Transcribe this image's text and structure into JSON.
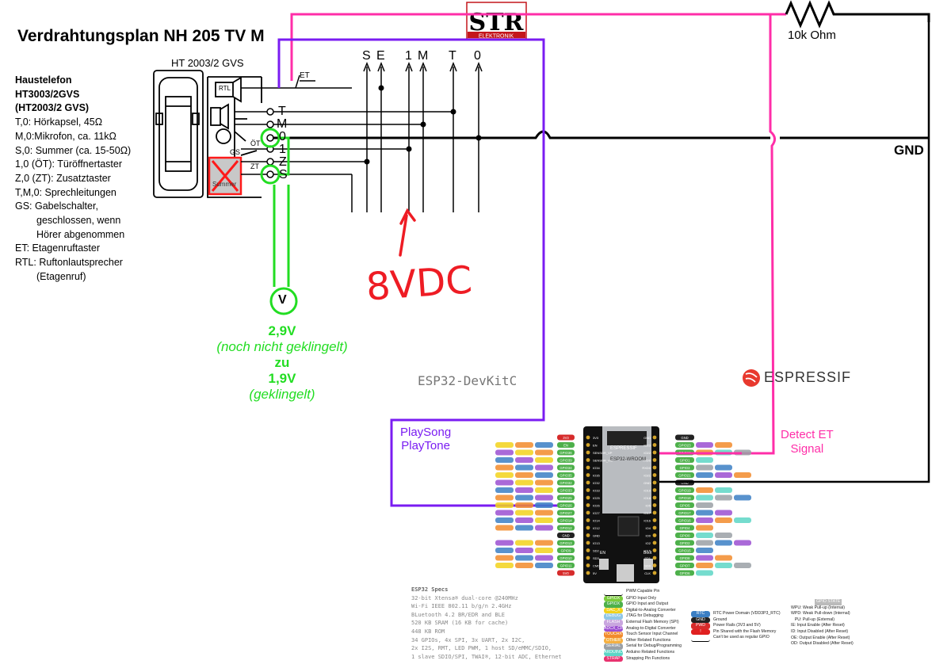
{
  "title": "Verdrahtungsplan NH 205 TV M",
  "logo_text": "STR",
  "logo_subtext": "ELEKTRONIK",
  "device_label": "HT 2003/2 GVS",
  "legend": {
    "heading": [
      "Haustelefon",
      "HT3003/2GVS",
      "(HT2003/2 GVS)"
    ],
    "lines": [
      "T,0: Hörkapsel, 45Ω",
      "M,0:Mikrofon, ca. 11kΩ",
      "S,0: Summer (ca. 15-50Ω)",
      "1,0 (ÖT): Türöffnertaster",
      "Z,0 (ZT): Zusatztaster",
      "T,M,0: Sprechleitungen",
      "GS: Gabelschalter,",
      "geschlossen, wenn",
      "Hörer abgenommen",
      "ET:  Etagenruftaster",
      "RTL: Ruftonlautsprecher",
      "(Etagenruf)"
    ]
  },
  "inner_labels": {
    "rtl": "RTL",
    "gs": "GS",
    "ot": "ÖT",
    "zt": "ZT",
    "et": "ET",
    "summer": "Summer"
  },
  "terminals": [
    "T",
    "M",
    "0",
    "1",
    "Z",
    "S"
  ],
  "bus_labels": [
    "S",
    "E",
    "1",
    "M",
    "T",
    "0"
  ],
  "resistor_label": "10k Ohm",
  "gnd_label": "GND",
  "voltmeter": "V",
  "voltage_note": [
    "2,9V",
    "(noch nicht geklingelt)",
    "zu",
    "1,9V",
    "(geklingelt)"
  ],
  "handwritten": "8VDC",
  "esp_title": "ESP32-DevKitC",
  "espressif_brand": "ESPRESSIF",
  "module": {
    "brand": "ESPRESSIF",
    "model": "ESP32-WROOM",
    "en": "EN",
    "boot": "Boot"
  },
  "playsong": [
    "PlaySong",
    "PlayTone"
  ],
  "detect_et": [
    "Detect ET",
    "Signal"
  ],
  "pins_left": [
    "3V3",
    "EN",
    "SENSOR_VP",
    "SENSOR_VN",
    "IO34",
    "IO35",
    "IO32",
    "IO33",
    "IO25",
    "IO26",
    "IO27",
    "IO14",
    "IO12",
    "GND",
    "IO13",
    "SD2",
    "SD3",
    "CMD",
    "5V"
  ],
  "pins_right": [
    "GND",
    "IO23",
    "IO22",
    "TXD0",
    "RXD0",
    "IO21",
    "GND",
    "IO19",
    "IO18",
    "IO5",
    "IO17",
    "IO16",
    "IO4",
    "IO0",
    "IO2",
    "IO15",
    "SD1",
    "SD0",
    "CLK"
  ],
  "gpio_left": [
    "3V3",
    "EN",
    "GPIO36",
    "GPIO39",
    "GPIO34",
    "GPIO35",
    "GPIO32",
    "GPIO33",
    "GPIO25",
    "GPIO26",
    "GPIO27",
    "GPIO14",
    "GPIO12",
    "GND",
    "GPIO13",
    "GPIO9",
    "GPIO10",
    "GPIO11",
    "5V0"
  ],
  "gpio_right": [
    "GND",
    "GPIO23",
    "GPIO22",
    "GPIO1",
    "GPIO3",
    "GPIO21",
    "GND",
    "GPIO19",
    "GPIO18",
    "GPIO5",
    "GPIO17",
    "GPIO16",
    "GPIO4",
    "GPIO0",
    "GPIO2",
    "GPIO15",
    "GPIO8",
    "GPIO7",
    "GPIO6"
  ],
  "specs": {
    "title": "ESP32 Specs",
    "lines": [
      "32-bit Xtensa® dual-core @240MHz",
      "Wi-Fi IEEE 802.11 b/g/n 2.4GHz",
      "BLuetooth 4.2 BR/EDR and BLE",
      "520 KB SRAM (16 KB for cache)",
      "448 KB ROM",
      "34 GPIOs, 4x SPI, 3x UART, 2x I2C,",
      "2x I2S, RMT, LED PWM, 1 host SD/eMMC/SDIO,",
      "1 slave SDIO/SPI, TWAI®, 12-bit ADC, Ethernet"
    ]
  },
  "pin_legend": [
    {
      "tag": "",
      "text": "PWM Capable Pin",
      "color": "#ffffff"
    },
    {
      "tag": "GPIOX",
      "text": "GPIO Input Only",
      "color": "#7acb3b"
    },
    {
      "tag": "GPIOX",
      "text": "GPIO Input and Output",
      "color": "#4db04a"
    },
    {
      "tag": "DAC_X",
      "text": "Digital-to-Analog Converter",
      "color": "#f2d21b"
    },
    {
      "tag": "DEBUG",
      "text": "JTAG for Debugging",
      "color": "#90c7e8"
    },
    {
      "tag": "FLASH",
      "text": "External Flash Memory (SPI)",
      "color": "#c9a6df"
    },
    {
      "tag": "ADCX_CH",
      "text": "Analog-to-Digital Converter",
      "color": "#9b4fd1"
    },
    {
      "tag": "TOUCHX",
      "text": "Touch Sensor Input Channel",
      "color": "#f28b2c"
    },
    {
      "tag": "OTHER",
      "text": "Other Related Functions",
      "color": "#f5b041"
    },
    {
      "tag": "SERIAL",
      "text": "Serial for Debug/Programming",
      "color": "#9aa0a6"
    },
    {
      "tag": "ARDUINO",
      "text": "Arduino Related Functions",
      "color": "#5dd6c6"
    },
    {
      "tag": "STRAP",
      "text": "Strapping Pin Functions",
      "color": "#e8336f"
    }
  ],
  "power_legend": [
    {
      "tag": "RTC",
      "text": "RTC Power Domain (VDD3P3_RTC)",
      "color": "#3b7fc4"
    },
    {
      "tag": "GND",
      "text": "Ground",
      "color": "#222222"
    },
    {
      "tag": "PWD",
      "text": "Power Rails (3V3 and 5V)",
      "color": "#d62b2b"
    },
    {
      "tag": "!",
      "text": "Pin Shared with the Flash Memory",
      "color": "#e02020"
    },
    {
      "tag": "",
      "text": "Can't be used as regular GPIO",
      "color": "#ffffff"
    }
  ],
  "state_legend": {
    "title": "GPIO STATE",
    "lines": [
      "WPU: Weak Pull-up (Internal)",
      "WPD: Weak Pull-down (Internal)",
      "PU: Pull-up (External)",
      "IE: Input Enable (After Reset)",
      "ID: Input Disabled (After Reset)",
      "OE: Output Enable (After Reset)",
      "OD: Output Disabled (After Reset)"
    ]
  },
  "colors": {
    "purple": "#7a1cf2",
    "pink": "#ff2ea8",
    "green": "#22dd22",
    "red": "#ee1c24",
    "black": "#000000"
  }
}
